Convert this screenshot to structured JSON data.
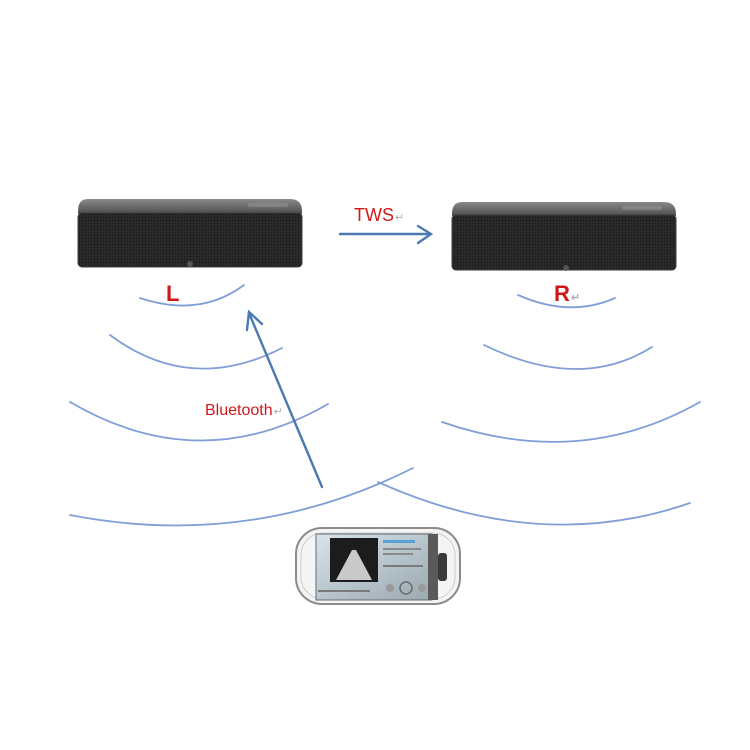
{
  "labels": {
    "left_speaker": "L",
    "right_speaker": "R",
    "tws": "TWS",
    "bluetooth": "Bluetooth",
    "return_mark": "↵"
  },
  "colors": {
    "label_text": "#d01818",
    "arrow": "#4a7ab0",
    "wave": "#7f9fd6",
    "speaker_grille": "#262626",
    "speaker_top": "#6a6a6a"
  }
}
